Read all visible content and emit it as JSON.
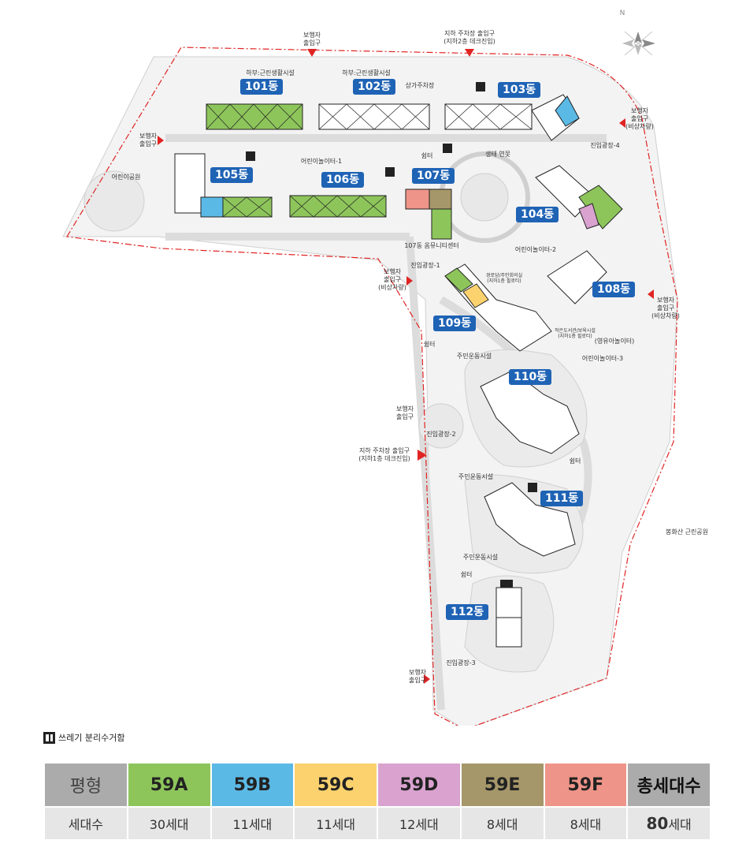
{
  "map": {
    "buildings": [
      {
        "id": "101",
        "label": "101동"
      },
      {
        "id": "102",
        "label": "102동"
      },
      {
        "id": "103",
        "label": "103동"
      },
      {
        "id": "104",
        "label": "104동"
      },
      {
        "id": "105",
        "label": "105동"
      },
      {
        "id": "106",
        "label": "106동"
      },
      {
        "id": "107",
        "label": "107동"
      },
      {
        "id": "108",
        "label": "108동"
      },
      {
        "id": "109",
        "label": "109동"
      },
      {
        "id": "110",
        "label": "110동"
      },
      {
        "id": "111",
        "label": "111동"
      },
      {
        "id": "112",
        "label": "112동"
      }
    ],
    "labels": {
      "ped1": "보행자\n출입구",
      "parking2": "지하 주차장 출입구\n(지하2층 데크진입)",
      "ped_left": "보행자\n출입구",
      "ped_right_top": "보행자\n출입구\n(비상차량)",
      "ped_mid_left": "보행자\n출입구\n(비상차량)",
      "ped_right_mid": "보행자\n출입구\n(비상차량)",
      "ped_left2": "보행자\n출입구",
      "parking1": "지하 주차장 출입구\n(지하1층 데크진입)",
      "ped_bottom": "보행자\n출입구",
      "store1": "하부:근린생활시설",
      "store2": "하부:근린생활시설",
      "mall_parking": "상가주차장",
      "kids_park": "어린이공원",
      "playground1": "어린이놀이터-1",
      "playground2": "어린이놀이터-2",
      "playground3": "어린이놀이터-3",
      "eco_pond": "생태 연못",
      "entry_plaza1": "진입광장-1",
      "entry_plaza2": "진입광장-2",
      "entry_plaza3": "진입광장-3",
      "entry_plaza4": "진입광장-4",
      "resident_sports1": "주민운동시설",
      "resident_sports2": "주민운동시설",
      "resident_sports3": "주민운동시설",
      "daycare": "(영유아놀이터)",
      "community": "107동 옴뮤니티센터",
      "senior": "경로당/주민회의실\n(지하1층 필로티)",
      "library": "작은도서관/보육시설\n(지하1층 필로티)",
      "park": "봉화산 근린공원",
      "pavilion1": "쉼터",
      "pavilion2": "쉼터",
      "pavilion3": "쉼터",
      "pavilion4": "쉼터",
      "north": "N"
    }
  },
  "legend": {
    "recycling_label": "쓰레기 분리수거함"
  },
  "unit_table": {
    "header": "평형",
    "count_header": "세대수",
    "types": [
      {
        "name": "59A",
        "count": "30세대",
        "color": "#8dc55b"
      },
      {
        "name": "59B",
        "count": "11세대",
        "color": "#5bb9e6"
      },
      {
        "name": "59C",
        "count": "11세대",
        "color": "#fbd26e"
      },
      {
        "name": "59D",
        "count": "12세대",
        "color": "#d9a2cf"
      },
      {
        "name": "59E",
        "count": "8세대",
        "color": "#a6976a"
      },
      {
        "name": "59F",
        "count": "8세대",
        "color": "#ef9488"
      }
    ],
    "total_header": "총세대수",
    "total_number": "80",
    "total_unit": "세대"
  }
}
